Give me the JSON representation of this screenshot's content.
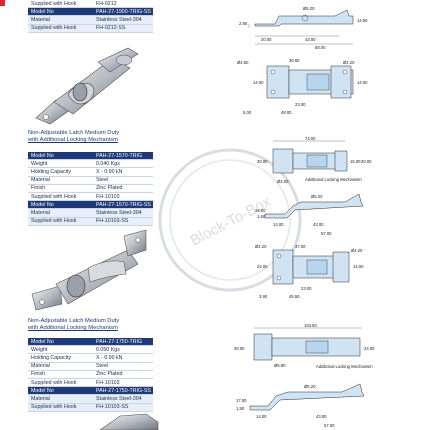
{
  "top_table": {
    "rows": [
      {
        "key": "Supplied with Hook",
        "value": "FH-0212",
        "style": "plain"
      },
      {
        "key": "Model No",
        "value": "PAH-27-1900-TRIG-SS",
        "style": "hdr"
      },
      {
        "key": "Material",
        "value": "Stainless Steel-304",
        "style": "alt"
      },
      {
        "key": "Supplied with Hook",
        "value": "FH-0212-SS",
        "style": "alt"
      }
    ]
  },
  "section1": {
    "title_line1": "Non-Adjustable Latch Medium Duty",
    "title_line2": "with Additional Locking Mechanism",
    "rows": [
      {
        "key": "Model No",
        "value": "PAH-27-1570-TRIG",
        "style": "hdr"
      },
      {
        "key": "Weight",
        "value": "0.040 Kgs",
        "style": "plain"
      },
      {
        "key": "Holding Capacity",
        "value": "X - 0.90 kN",
        "style": "plain"
      },
      {
        "key": "Material",
        "value": "Steel",
        "style": "plain"
      },
      {
        "key": "Finish",
        "value": "Zinc Plated",
        "style": "plain"
      },
      {
        "key": "Supplied with Hook",
        "value": "FH-10103",
        "style": "plain"
      },
      {
        "key": "Model No",
        "value": "PAH-27-1570-TRIG-SS",
        "style": "hdr"
      },
      {
        "key": "Material",
        "value": "Stainless Steel-304",
        "style": "alt"
      },
      {
        "key": "Supplied with Hook",
        "value": "FH-10103-SS",
        "style": "alt"
      }
    ]
  },
  "section2": {
    "title_line1": "Non-Adjustable Latch Medium Duty",
    "title_line2": "with Additional Locking Mechanism",
    "rows": [
      {
        "key": "Model No",
        "value": "PAH-27-1750-TRIG",
        "style": "hdr"
      },
      {
        "key": "Weight",
        "value": "0.050 Kgs",
        "style": "plain"
      },
      {
        "key": "Holding Capacity",
        "value": "X - 0.90 kN",
        "style": "plain"
      },
      {
        "key": "Material",
        "value": "Steel",
        "style": "plain"
      },
      {
        "key": "Finish",
        "value": "Zinc Plated",
        "style": "plain"
      },
      {
        "key": "Supplied with Hook",
        "value": "FH-10103",
        "style": "plain"
      },
      {
        "key": "Model No",
        "value": "PAH-27-1750-TRIG-SS",
        "style": "hdr"
      },
      {
        "key": "Material",
        "value": "Stainless Steel-304",
        "style": "alt"
      },
      {
        "key": "Supplied with Hook",
        "value": "FH-10103-SS",
        "style": "alt"
      }
    ]
  },
  "drawing1_top": {
    "d1": "2.90",
    "d2": "20.00",
    "d3": "43.00",
    "d4": "58.00",
    "d5": "14.50",
    "d6": "Ø5.20"
  },
  "drawing1_bottom": {
    "d1": "Ø4.50",
    "d2": "36.50",
    "d3": "Ø4.20",
    "d4": "14.00",
    "d5": "23.00",
    "d6": "14.00",
    "d7": "5.00",
    "d8": "48.00"
  },
  "drawing2_top": {
    "d1": "74.00",
    "d2": "30.00",
    "d3": "16.00",
    "d4": "20.00",
    "d5": "Ø3.00",
    "note": "Additional Locking Mechanism"
  },
  "drawing2_side": {
    "d1": "Ø5.20",
    "d2": "16.00",
    "d3": "1.60",
    "d4": "14.00",
    "d5": "43.00",
    "d6": "57.00"
  },
  "drawing2_bottom": {
    "d1": "Ø4.20",
    "d2": "37.00",
    "d3": "Ø4.20",
    "d4": "22.00",
    "d5": "23.00",
    "d6": "14.00",
    "d7": "3.90",
    "d8": "45.50"
  },
  "drawing3_top": {
    "d1": "104.50",
    "d2": "30.00",
    "d3": "24.00",
    "d4": "Ø5.90",
    "note": "Additional Locking Mechanism"
  },
  "drawing3_side": {
    "d1": "Ø5.20",
    "d2": "17.00",
    "d3": "1.50",
    "d4": "14.00",
    "d5": "43.00",
    "d6": "57.00"
  },
  "watermark": {
    "text": "Block-To-Box"
  }
}
